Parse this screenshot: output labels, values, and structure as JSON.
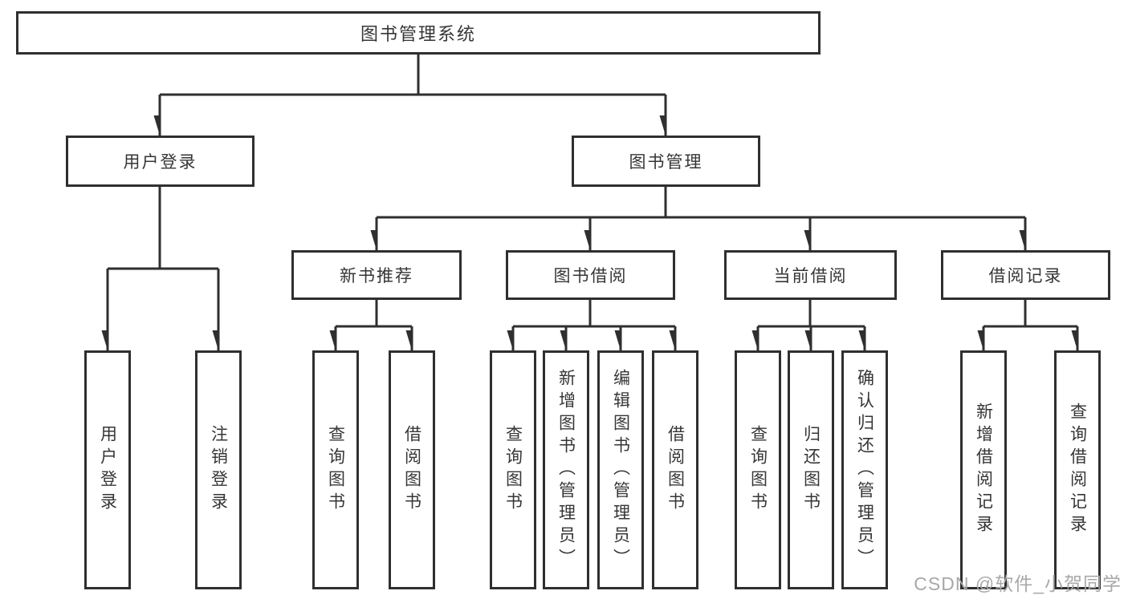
{
  "colors": {
    "line": "#2f2f2f",
    "box_border": "#2f2f2f",
    "box_fill": "#ffffff",
    "text": "#363636",
    "watermark": "#a8a8a8",
    "background": "#ffffff"
  },
  "watermark": {
    "text": "CSDN @软件_小贺同学"
  },
  "tree": {
    "label": "图书管理系统",
    "children": [
      {
        "label": "用户登录",
        "children": [
          {
            "label": "用户登录"
          },
          {
            "label": "注销登录"
          }
        ]
      },
      {
        "label": "图书管理",
        "children": [
          {
            "label": "新书推荐",
            "children": [
              {
                "label": "查询图书"
              },
              {
                "label": "借阅图书"
              }
            ]
          },
          {
            "label": "图书借阅",
            "children": [
              {
                "label": "查询图书"
              },
              {
                "label": "新增图书（管理员）"
              },
              {
                "label": "编辑图书（管理员）"
              },
              {
                "label": "借阅图书"
              }
            ]
          },
          {
            "label": "当前借阅",
            "children": [
              {
                "label": "查询图书"
              },
              {
                "label": "归还图书"
              },
              {
                "label": "确认归还（管理员）"
              }
            ]
          },
          {
            "label": "借阅记录",
            "children": [
              {
                "label": "新增借阅记录"
              },
              {
                "label": "查询借阅记录"
              }
            ]
          }
        ]
      }
    ]
  }
}
